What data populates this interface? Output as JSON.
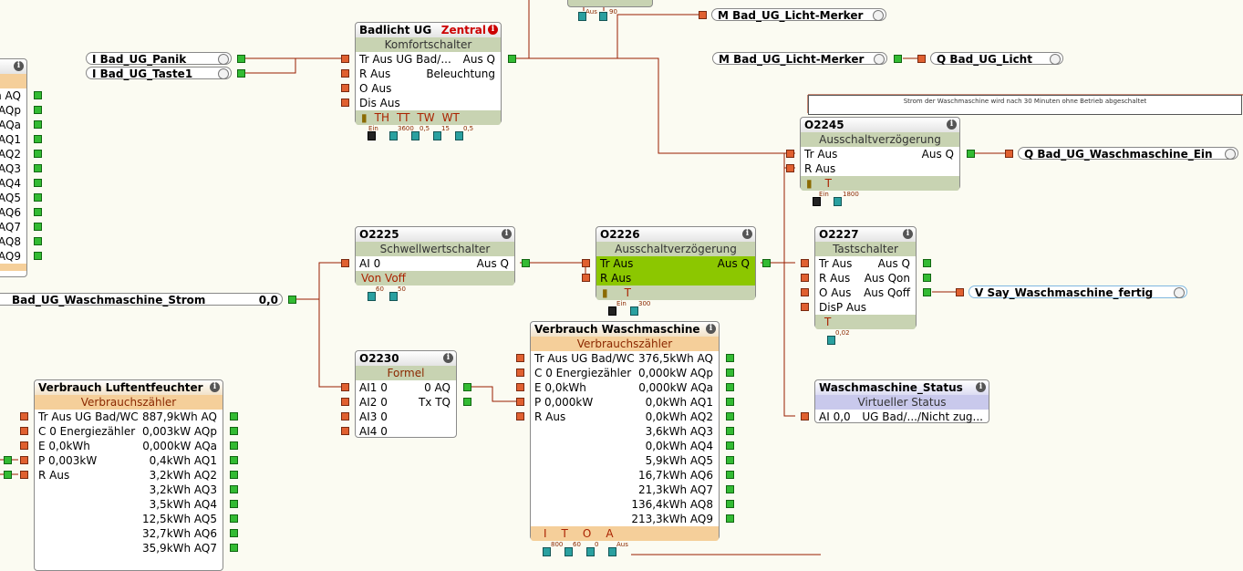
{
  "colors": {
    "background": "#fbfbf2",
    "wire": "#9a1c00",
    "header_green": "#c8d3b2",
    "highlight": "#8cc700",
    "orange": "#f5cf9a",
    "violet": "#c9c9ec"
  },
  "inputs": {
    "panik": "I  Bad_UG_Panik",
    "taste1": "I  Bad_UG_Taste1",
    "strom": "Bad_UG_Waschmaschine_Strom",
    "strom_value": "0,0"
  },
  "outputs": {
    "merker1": "M  Bad_UG_Licht-Merker",
    "merker2": "M  Bad_UG_Licht-Merker",
    "licht": "Q  Bad_UG_Licht",
    "wasch_ein": "Q  Bad_UG_Waschmaschine_Ein",
    "say": "V   Say_Waschmaschine_fertig"
  },
  "left_partial": {
    "rows": [
      "n AQ",
      "AQp",
      "AQa",
      "AQ1",
      "AQ2",
      "AQ3",
      "AQ4",
      "AQ5",
      "AQ6",
      "AQ7",
      "AQ8",
      "AQ9"
    ]
  },
  "top_partial": {
    "param1": "Aus",
    "param2": "90"
  },
  "note_text": "Strom der Waschmaschine wird nach 30 Minuten ohne Betrieb abgeschaltet",
  "badlicht": {
    "title": "Badlicht UG",
    "tag": "Zentral",
    "subtitle": "Komfortschalter",
    "rows": [
      {
        "l": "Tr Aus UG Bad/...",
        "r": "Aus Q"
      },
      {
        "l": "R Aus",
        "r": "Beleuchtung"
      },
      {
        "l": "O Aus",
        "r": ""
      },
      {
        "l": "Dis Aus",
        "r": ""
      }
    ],
    "footer": [
      "TH",
      "TT",
      "TW",
      "WT"
    ],
    "params": [
      "Ein",
      "3600",
      "0,5",
      "15",
      "0,5"
    ]
  },
  "o2245": {
    "title": "O2245",
    "subtitle": "Ausschaltverzögerung",
    "rows": [
      {
        "l": "Tr Aus",
        "r": "Aus Q"
      },
      {
        "l": "R Aus",
        "r": ""
      }
    ],
    "footer": [
      "T"
    ],
    "params": [
      "Ein",
      "1800"
    ]
  },
  "o2225": {
    "title": "O2225",
    "subtitle": "Schwellwertschalter",
    "rows": [
      {
        "l": "AI 0",
        "r": "Aus Q"
      }
    ],
    "footer": [
      "Von Voff"
    ],
    "params": [
      "60",
      "50"
    ]
  },
  "o2226": {
    "title": "O2226",
    "subtitle": "Ausschaltverzögerung",
    "rows": [
      {
        "l": "Tr Aus",
        "r": "Aus Q"
      },
      {
        "l": "R Aus",
        "r": ""
      }
    ],
    "footer": [
      "T"
    ],
    "params": [
      "Ein",
      "300"
    ]
  },
  "o2227": {
    "title": "O2227",
    "subtitle": "Tastschalter",
    "rows": [
      {
        "l": "Tr Aus",
        "r": "Aus Q"
      },
      {
        "l": "R Aus",
        "r": "Aus Qon"
      },
      {
        "l": "O Aus",
        "r": "Aus Qoff"
      },
      {
        "l": "DisP Aus",
        "r": ""
      }
    ],
    "footer": [
      "T"
    ],
    "params": [
      "0,02"
    ]
  },
  "o2230": {
    "title": "O2230",
    "subtitle": "Formel",
    "rows": [
      {
        "l": "AI1 0",
        "r": "0 AQ"
      },
      {
        "l": "AI2 0",
        "r": "Tx TQ"
      },
      {
        "l": "AI3 0",
        "r": ""
      },
      {
        "l": "AI4 0",
        "r": ""
      }
    ]
  },
  "verbrauch_wm": {
    "title": "Verbrauch Waschmaschine",
    "subtitle": "Verbrauchszähler",
    "rows": [
      {
        "l": "Tr Aus UG Bad/WC",
        "r": "376,5kWh AQ"
      },
      {
        "l": "C 0   Energiezähler",
        "r": "0,000kW AQp"
      },
      {
        "l": "E 0,0kWh",
        "r": "0,000kW AQa"
      },
      {
        "l": "P 0,000kW",
        "r": "0,0kWh AQ1"
      },
      {
        "l": "R Aus",
        "r": "0,0kWh AQ2"
      },
      {
        "l": "",
        "r": "3,6kWh AQ3"
      },
      {
        "l": "",
        "r": "0,0kWh AQ4"
      },
      {
        "l": "",
        "r": "5,9kWh AQ5"
      },
      {
        "l": "",
        "r": "16,7kWh AQ6"
      },
      {
        "l": "",
        "r": "21,3kWh AQ7"
      },
      {
        "l": "",
        "r": "136,4kWh AQ8"
      },
      {
        "l": "",
        "r": "213,3kWh AQ9"
      }
    ],
    "footer": [
      "I",
      "T",
      "O",
      "A"
    ],
    "params": [
      "800",
      "60",
      "0",
      "Aus"
    ]
  },
  "verbrauch_lf": {
    "title": "Verbrauch Luftentfeuchter",
    "subtitle": "Verbrauchszähler",
    "rows": [
      {
        "l": "Tr Aus UG Bad/WC",
        "r": "887,9kWh AQ"
      },
      {
        "l": "C 0   Energiezähler",
        "r": "0,003kW AQp"
      },
      {
        "l": "E 0,0kWh",
        "r": "0,000kW AQa"
      },
      {
        "l": "P 0,003kW",
        "r": "0,4kWh AQ1"
      },
      {
        "l": "R Aus",
        "r": "3,2kWh AQ2"
      },
      {
        "l": "",
        "r": "3,2kWh AQ3"
      },
      {
        "l": "",
        "r": "3,5kWh AQ4"
      },
      {
        "l": "",
        "r": "12,5kWh AQ5"
      },
      {
        "l": "",
        "r": "32,7kWh AQ6"
      },
      {
        "l": "",
        "r": "35,9kWh AQ7"
      }
    ]
  },
  "status": {
    "title": "Waschmaschine_Status",
    "subtitle": "Virtueller Status",
    "rows": [
      {
        "l": "AI 0,0",
        "r": "UG Bad/.../Nicht zug..."
      }
    ]
  }
}
